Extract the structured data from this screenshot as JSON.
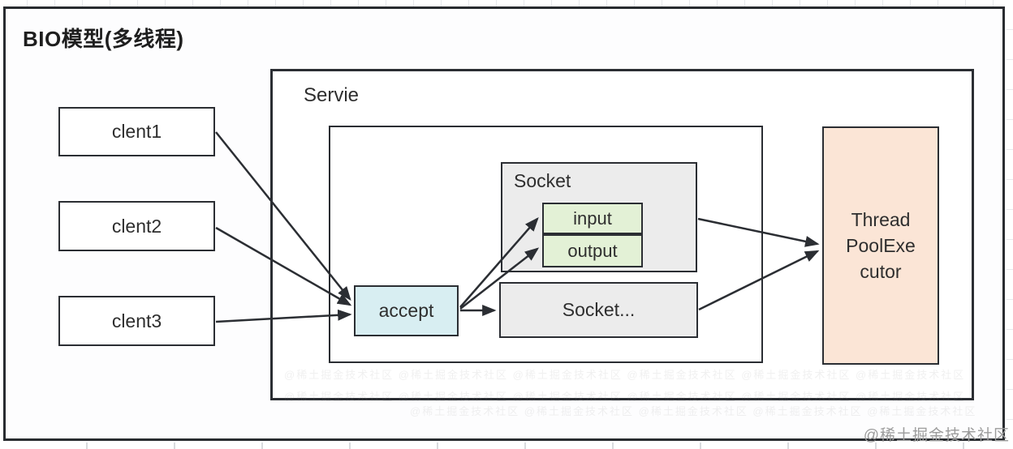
{
  "title": "BIO模型(多线程)",
  "clients": [
    {
      "label": "clent1"
    },
    {
      "label": "clent2"
    },
    {
      "label": "clent3"
    }
  ],
  "server": {
    "label": "Servie"
  },
  "socket_group": {
    "label": "Socket",
    "input_label": "input",
    "output_label": "output"
  },
  "socket_more": {
    "label": "Socket..."
  },
  "accept": {
    "label": "accept"
  },
  "thread_pool": {
    "full_label": "ThreadPoolExecutor",
    "lines": [
      "Thread",
      "PoolExe",
      "cutor"
    ]
  },
  "watermark": {
    "text": "@稀土掘金技术社区"
  },
  "colors": {
    "border": "#2b2e33",
    "accept_fill": "#d8eef2",
    "io_fill": "#e3f1d6",
    "socket_fill": "#ececec",
    "thread_pool_fill": "#fbe5d6",
    "watermark": "#9c9c9c",
    "grid_line": "#e7e9ec"
  },
  "connections": [
    {
      "from": "clent1",
      "to": "accept"
    },
    {
      "from": "clent2",
      "to": "accept"
    },
    {
      "from": "clent3",
      "to": "accept"
    },
    {
      "from": "accept",
      "to": "input"
    },
    {
      "from": "accept",
      "to": "output"
    },
    {
      "from": "accept",
      "to": "Socket..."
    },
    {
      "from": "Socket",
      "to": "ThreadPoolExecutor"
    },
    {
      "from": "Socket...",
      "to": "ThreadPoolExecutor"
    }
  ]
}
